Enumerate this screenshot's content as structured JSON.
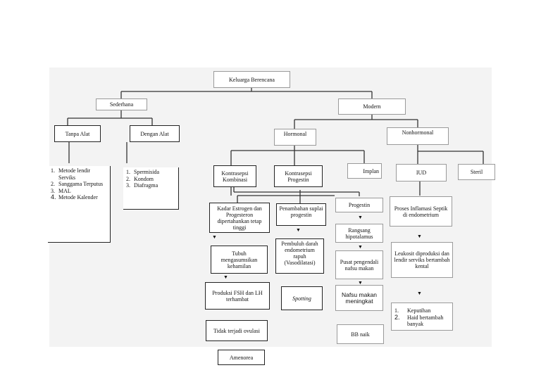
{
  "root": "Keluarga Berencana",
  "level1": {
    "left": "Sederhana",
    "right": "Modern"
  },
  "sederhana": {
    "tanpa_alat": "Tanpa Alat",
    "dengan_alat": "Dengan Alat",
    "tanpa_alat_items": [
      {
        "n": "1.",
        "text": "Metode lendir Serviks"
      },
      {
        "n": "2.",
        "text": "Sanggama Terputus"
      },
      {
        "n": "3.",
        "text": "MAL"
      },
      {
        "n": "4.",
        "text": "Metode Kalender"
      }
    ],
    "dengan_alat_items": [
      {
        "n": "1.",
        "text": "Spermisida"
      },
      {
        "n": "2.",
        "text": "Kondom"
      },
      {
        "n": "3.",
        "text": "Diafragma"
      }
    ]
  },
  "modern": {
    "hormonal": "Hormonal",
    "nonhormonal": "Nonhormonal",
    "kombinasi": "Kontrasepsi Kombinasi",
    "progestin": "Kontrasepsi Progestin",
    "implan": "Implan",
    "iud": "IUD",
    "steril": "Steril"
  },
  "kombinasi_chain": [
    "Kadar Estrogen dan Progesteron dipertahankan tetap tinggi",
    "Tubuh mengasumsikan kehamilan",
    "Produksi FSH dan LH terhambat",
    "Tidak terjadi ovulasi",
    "Amenorea"
  ],
  "progestin_chain": [
    "Penambahan suplai progestin",
    "Pembuluh darah endometrium rapuh (Vasodilatasi)",
    "Spotting"
  ],
  "implan_chain": [
    "Progestin",
    "Rangsang hipotalamus",
    "Pusat pengendali nafsu makan",
    "Nafsu makan meningkat",
    "BB naik"
  ],
  "iud_chain": [
    "Proses Inflamasi Septik di endometrium",
    "Leukosit diproduksi dan lendir serviks bertambah kental"
  ],
  "iud_effects": [
    {
      "n": "1.",
      "text": "Keputihan"
    },
    {
      "n": "2.",
      "text": "Haid bertambah banyak"
    }
  ]
}
